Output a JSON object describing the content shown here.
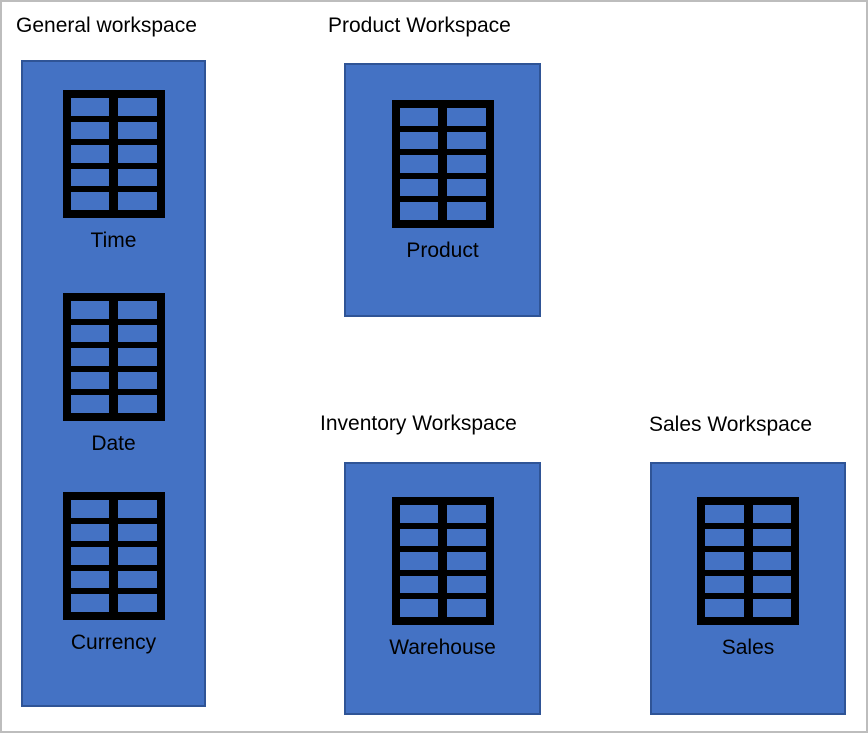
{
  "colors": {
    "box_fill": "#4472c4",
    "box_border": "#2f5496",
    "icon_black": "#000000",
    "canvas_border": "#bdbdbd",
    "text": "#000000"
  },
  "workspaces": [
    {
      "title": "General workspace",
      "tables": [
        {
          "label": "Time"
        },
        {
          "label": "Date"
        },
        {
          "label": "Currency"
        }
      ]
    },
    {
      "title": "Product Workspace",
      "tables": [
        {
          "label": "Product"
        }
      ]
    },
    {
      "title": "Inventory Workspace",
      "tables": [
        {
          "label": "Warehouse"
        }
      ]
    },
    {
      "title": "Sales Workspace",
      "tables": [
        {
          "label": "Sales"
        }
      ]
    }
  ]
}
